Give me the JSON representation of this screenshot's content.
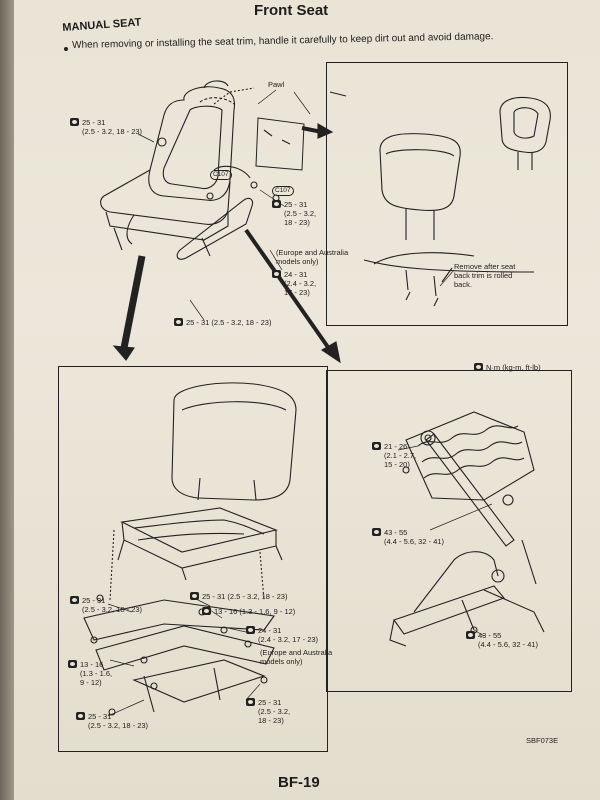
{
  "header": {
    "title": "Front Seat"
  },
  "section": {
    "name": "MANUAL SEAT",
    "note": "When removing or installing the seat trim, handle it carefully to keep dirt out and avoid damage."
  },
  "labels": {
    "pawl": "Pawl",
    "c107_a": "C107",
    "c107_b": "C107",
    "torque_left_top": "25 - 31\n(2.5 - 3.2, 18 - 23)",
    "torque_mid_right": "25 - 31\n(2.5 - 3.2,\n18 - 23)",
    "europe_note": "(Europe and Australia\nmodels only)",
    "torque_europe": "24 - 31\n(2.4 - 3.2,\n17 - 23)",
    "torque_bottom_mid": "25 - 31 (2.5 - 3.2, 18 - 23)",
    "remove_note": "Remove after seat\nback trim is rolled\nback.",
    "units": "N·m (kg-m, ft-lb)",
    "bl_1": "25 - 31\n(2.5 - 3.2, 18 - 23)",
    "bl_2": "25 - 31 (2.5 - 3.2, 18 - 23)",
    "bl_3": "13 - 16 (1.3 - 1.6, 9 - 12)",
    "bl_4": "24 - 31\n(2.4 - 3.2, 17 - 23)",
    "bl_5": "(Europe and Australia\nmodels only)",
    "bl_6": "13 - 16\n(1.3 - 1.6,\n9 - 12)",
    "bl_7": "25 - 31\n(2.5 - 3.2,\n18 - 23)",
    "bl_8": "25 - 31\n(2.5 - 3.2, 18 - 23)",
    "br_1": "21 - 26\n(2.1 - 2.7,\n15 - 20)",
    "br_2": "43 - 55\n(4.4 - 5.6, 32 - 41)",
    "br_3": "43 - 55\n(4.4 - 5.6, 32 - 41)"
  },
  "footer": {
    "figure_code": "SBF073E",
    "page_number": "BF-19"
  },
  "colors": {
    "paper": "#e9e4d6",
    "ink": "#1d1d1d"
  }
}
